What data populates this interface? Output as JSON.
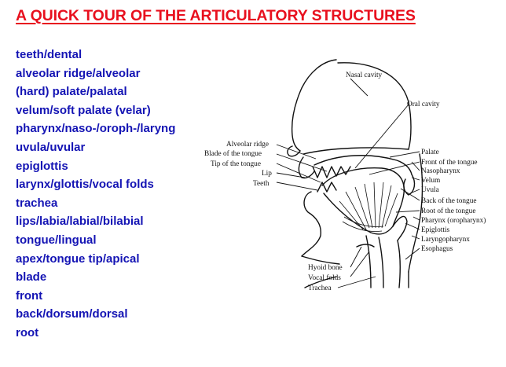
{
  "title": "A QUICK TOUR OF THE ARTICULATORY STRUCTURES",
  "terms": [
    "teeth/dental",
    "alveolar ridge/alveolar",
    "(hard) palate/palatal",
    "velum/soft palate (velar)",
    "pharynx/naso-/oroph-/laryng",
    "uvula/uvular",
    "epiglottis",
    "larynx/glottis/vocal folds",
    "trachea",
    "lips/labia/labial/bilabial",
    "tongue/lingual",
    "apex/tongue tip/apical",
    "blade",
    "front",
    "back/dorsum/dorsal",
    "root"
  ],
  "diagram_labels": {
    "nasal_cavity": "Nasal cavity",
    "oral_cavity": "Oral cavity",
    "alveolar_ridge": "Alveolar ridge",
    "blade_of_tongue": "Blade of the tongue",
    "tip_of_tongue": "Tip of the tongue",
    "lip": "Lip",
    "teeth": "Teeth",
    "palate": "Palate",
    "front_of_tongue": "Front of the tongue",
    "nasopharynx": "Nasopharynx",
    "velum": "Velum",
    "uvula": "Uvula",
    "back_of_tongue": "Back of the tongue",
    "root_of_tongue": "Root of the tongue",
    "pharynx": "Pharynx (oropharynx)",
    "epiglottis": "Epiglottis",
    "laryngopharynx": "Laryngopharynx",
    "esophagus": "Esophagus",
    "hyoid_bone": "Hyoid bone",
    "vocal_folds": "Vocal folds",
    "trachea": "Trachea"
  }
}
